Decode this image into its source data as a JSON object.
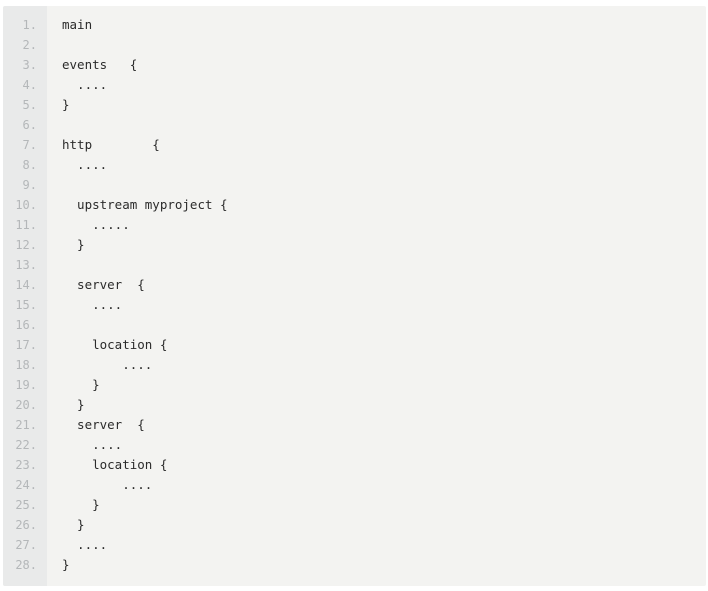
{
  "code_block": {
    "lines": [
      {
        "num": "1.",
        "text": "main"
      },
      {
        "num": "2.",
        "text": ""
      },
      {
        "num": "3.",
        "text": "events   {"
      },
      {
        "num": "4.",
        "text": "  ...."
      },
      {
        "num": "5.",
        "text": "}"
      },
      {
        "num": "6.",
        "text": ""
      },
      {
        "num": "7.",
        "text": "http        {"
      },
      {
        "num": "8.",
        "text": "  ...."
      },
      {
        "num": "9.",
        "text": ""
      },
      {
        "num": "10.",
        "text": "  upstream myproject {"
      },
      {
        "num": "11.",
        "text": "    ....."
      },
      {
        "num": "12.",
        "text": "  }"
      },
      {
        "num": "13.",
        "text": ""
      },
      {
        "num": "14.",
        "text": "  server  {"
      },
      {
        "num": "15.",
        "text": "    ...."
      },
      {
        "num": "16.",
        "text": ""
      },
      {
        "num": "17.",
        "text": "    location {"
      },
      {
        "num": "18.",
        "text": "        ...."
      },
      {
        "num": "19.",
        "text": "    }"
      },
      {
        "num": "20.",
        "text": "  }"
      },
      {
        "num": "21.",
        "text": "  server  {"
      },
      {
        "num": "22.",
        "text": "    ...."
      },
      {
        "num": "23.",
        "text": "    location {"
      },
      {
        "num": "24.",
        "text": "        ...."
      },
      {
        "num": "25.",
        "text": "    }"
      },
      {
        "num": "26.",
        "text": "  }"
      },
      {
        "num": "27.",
        "text": "  ...."
      },
      {
        "num": "28.",
        "text": "}"
      }
    ]
  }
}
